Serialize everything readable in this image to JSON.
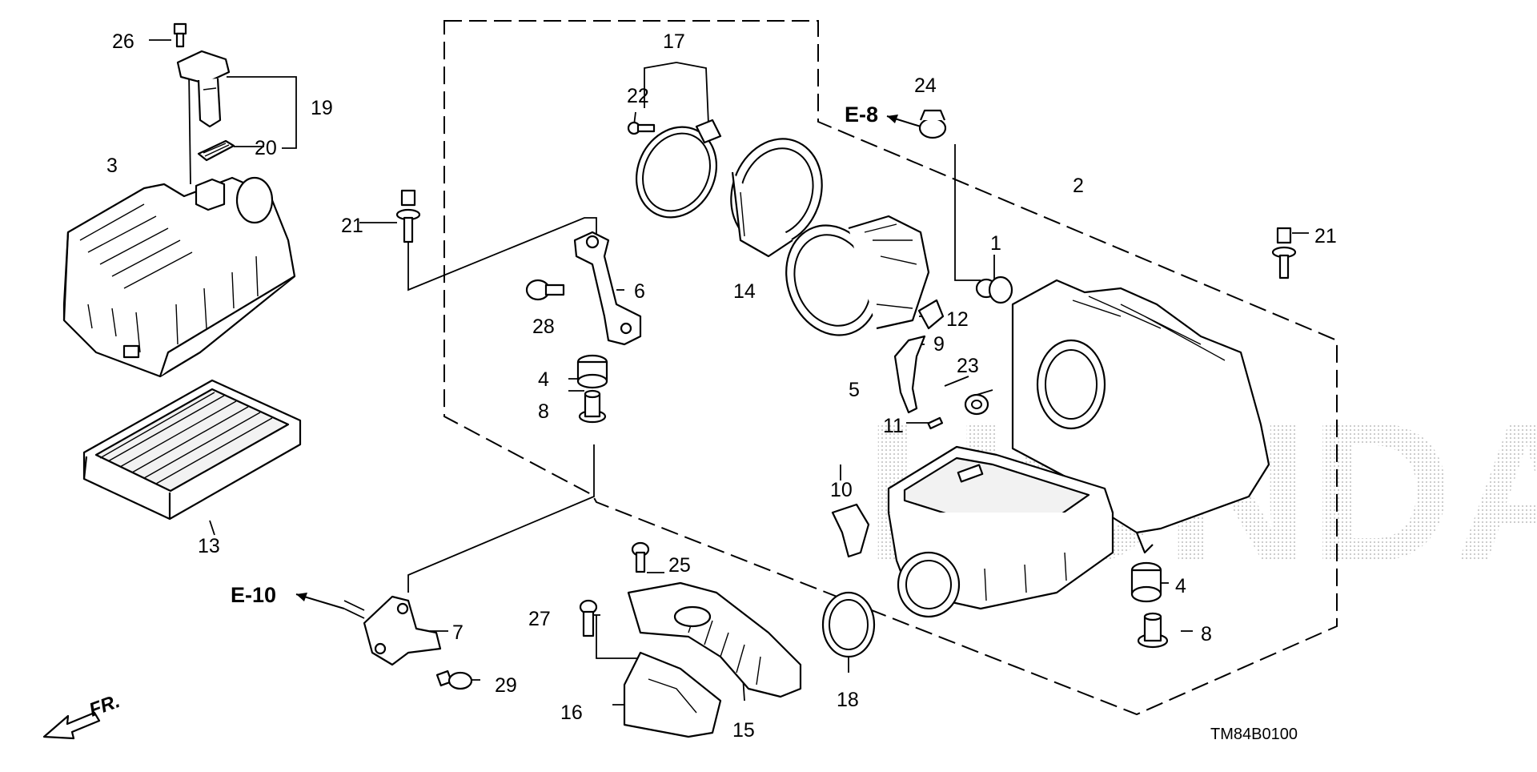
{
  "diagram": {
    "callouts": {
      "n1": "1",
      "n2": "2",
      "n3": "3",
      "n4a": "4",
      "n4b": "4",
      "n5": "5",
      "n6": "6",
      "n7": "7",
      "n8a": "8",
      "n8b": "8",
      "n9": "9",
      "n10": "10",
      "n11": "11",
      "n12": "12",
      "n13": "13",
      "n14": "14",
      "n15": "15",
      "n16": "16",
      "n17": "17",
      "n18": "18",
      "n19": "19",
      "n20": "20",
      "n21a": "21",
      "n21b": "21",
      "n22": "22",
      "n23": "23",
      "n24": "24",
      "n25": "25",
      "n26": "26",
      "n27": "27",
      "n28": "28",
      "n29": "29"
    },
    "refs": {
      "e8": "E-8",
      "e10": "E-10"
    },
    "direction_label": "FR.",
    "drawing_code": "TM84B0100",
    "watermark": "HONDA"
  }
}
